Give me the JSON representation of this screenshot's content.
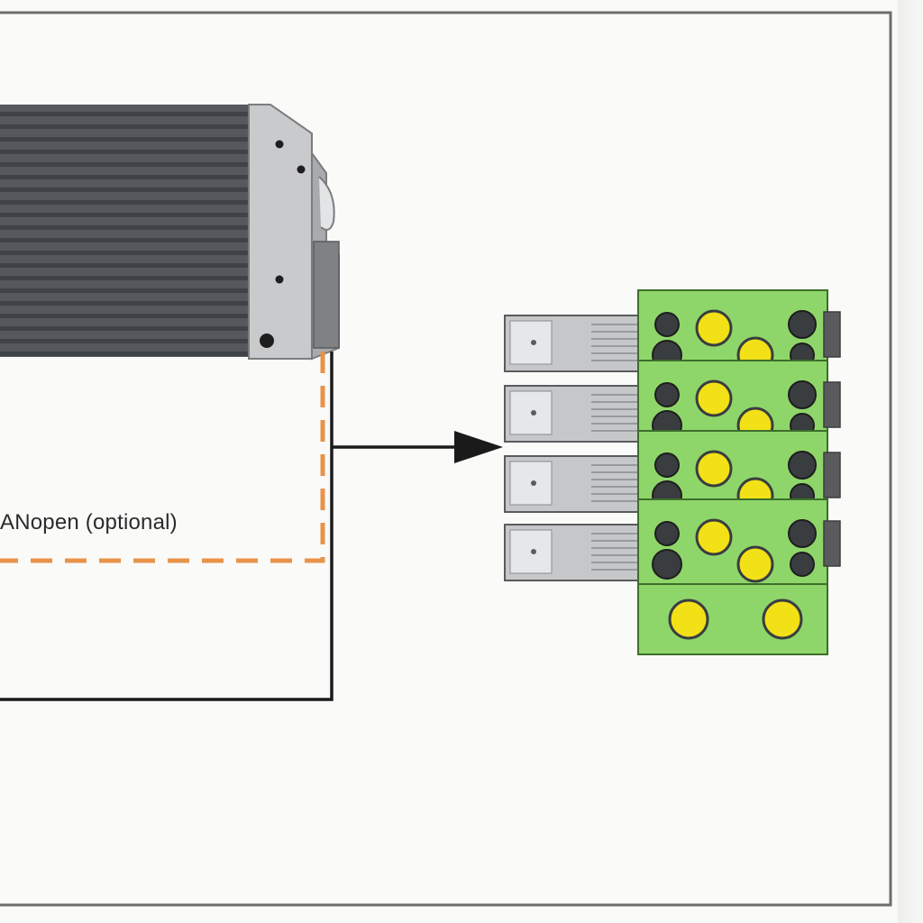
{
  "connection": {
    "optional_label": "ANopen (optional)"
  },
  "colors": {
    "frame": "#6e6e6e",
    "heatsink": "#55585c",
    "heatsink_fin": "#3f4246",
    "bracket": "#c9cacc",
    "optional_line": "#e8934a",
    "bus_line": "#1a1a1a",
    "terminal_green": "#8fd66a",
    "terminal_dark": "#3a3d40",
    "terminal_yellow": "#f2e116",
    "plug_grey": "#c6c7c9"
  },
  "icons": {
    "drive_unit": "finned-heatsink-drive-icon",
    "terminal_block": "terminal-block-icon",
    "plug_connector": "plug-connector-icon",
    "arrow": "arrowhead-icon"
  },
  "terminal_block": {
    "rows": 4,
    "bottom_terminals": 2
  }
}
